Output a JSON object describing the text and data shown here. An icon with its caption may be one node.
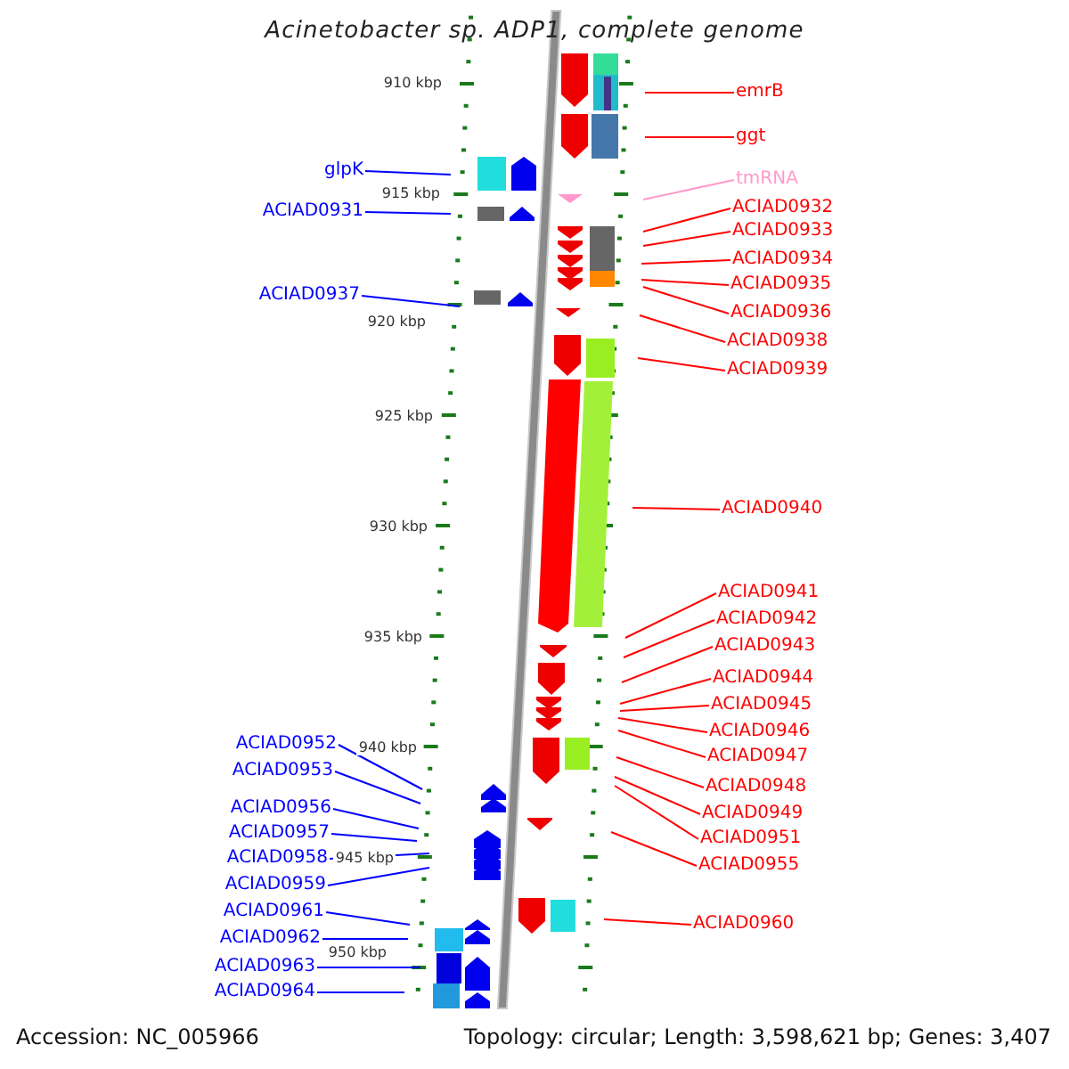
{
  "diagram": {
    "title": "Acinetobacter sp. ADP1, complete genome",
    "nodes": [
      {
        "text": [
          "emrB"
        ]
      },
      {
        "text": [
          "ggt"
        ]
      },
      {
        "text": [
          "glpK"
        ]
      },
      {
        "text": [
          "tmRNA"
        ]
      },
      {
        "text": [
          "ACIAD0932"
        ]
      },
      {
        "text": [
          "ACIAD0931"
        ]
      },
      {
        "text": [
          "ACIAD0933"
        ]
      },
      {
        "text": [
          "ACIAD0934"
        ]
      },
      {
        "text": [
          "ACIAD0935"
        ]
      },
      {
        "text": [
          "ACIAD0937"
        ]
      },
      {
        "text": [
          "ACIAD0936"
        ]
      },
      {
        "text": [
          "ACIAD0938"
        ]
      },
      {
        "text": [
          "ACIAD0939"
        ]
      },
      {
        "text": [
          "ACIAD0940"
        ]
      },
      {
        "text": [
          "ACIAD0941"
        ]
      },
      {
        "text": [
          "ACIAD0942"
        ]
      },
      {
        "text": [
          "ACIAD0943"
        ]
      },
      {
        "text": [
          "ACIAD0944"
        ]
      },
      {
        "text": [
          "ACIAD0945"
        ]
      },
      {
        "text": [
          "ACIAD0946"
        ]
      },
      {
        "text": [
          "ACIAD0952"
        ]
      },
      {
        "text": [
          "ACIAD0947"
        ]
      },
      {
        "text": [
          "ACIAD0953"
        ]
      },
      {
        "text": [
          "ACIAD0948"
        ]
      },
      {
        "text": [
          "ACIAD0956"
        ]
      },
      {
        "text": [
          "ACIAD0949"
        ]
      },
      {
        "text": [
          "ACIAD0957"
        ]
      },
      {
        "text": [
          "ACIAD0951"
        ]
      },
      {
        "text": [
          "ACIAD0958"
        ]
      },
      {
        "text": [
          "ACIAD0955"
        ]
      },
      {
        "text": [
          "ACIAD0959"
        ]
      },
      {
        "text": [
          "ACIAD0961"
        ]
      },
      {
        "text": [
          "ACIAD0960"
        ]
      },
      {
        "text": [
          "ACIAD0962"
        ]
      },
      {
        "text": [
          "ACIAD0963"
        ]
      },
      {
        "text": [
          "ACIAD0964"
        ]
      }
    ],
    "edges": [
      {
        "from": 0,
        "to": null,
        "arrow": "none"
      },
      {
        "from": 1,
        "to": null,
        "arrow": "none"
      },
      {
        "from": 2,
        "to": null,
        "arrow": "none",
        "color": "#0000ff"
      },
      {
        "from": 3,
        "to": null,
        "arrow": "none",
        "color": "#ff99cc"
      },
      {
        "from": 4,
        "to": null,
        "arrow": "none"
      },
      {
        "from": 5,
        "to": null,
        "arrow": "none",
        "color": "#0000ff"
      },
      {
        "from": 6,
        "to": null,
        "arrow": "none"
      },
      {
        "from": 7,
        "to": null,
        "arrow": "none"
      },
      {
        "from": 8,
        "to": null,
        "arrow": "none"
      },
      {
        "from": 9,
        "to": null,
        "arrow": "none",
        "color": "#0000ff"
      },
      {
        "from": 10,
        "to": null,
        "arrow": "none"
      },
      {
        "from": 11,
        "to": null,
        "arrow": "none"
      },
      {
        "from": 12,
        "to": null,
        "arrow": "none"
      },
      {
        "from": 13,
        "to": null,
        "arrow": "none"
      },
      {
        "from": 14,
        "to": null,
        "arrow": "none"
      },
      {
        "from": 15,
        "to": null,
        "arrow": "none"
      },
      {
        "from": 16,
        "to": null,
        "arrow": "none"
      },
      {
        "from": 17,
        "to": null,
        "arrow": "none"
      },
      {
        "from": 18,
        "to": null,
        "arrow": "none"
      },
      {
        "from": 19,
        "to": null,
        "arrow": "none"
      },
      {
        "from": 20,
        "to": null,
        "arrow": "none",
        "color": "#0000ff"
      },
      {
        "from": 21,
        "to": null,
        "arrow": "none"
      },
      {
        "from": 22,
        "to": null,
        "arrow": "none",
        "color": "#0000ff"
      },
      {
        "from": 23,
        "to": null,
        "arrow": "none"
      },
      {
        "from": 24,
        "to": null,
        "arrow": "none",
        "color": "#0000ff"
      },
      {
        "from": 25,
        "to": null,
        "arrow": "none"
      },
      {
        "from": 26,
        "to": null,
        "arrow": "none",
        "color": "#0000ff"
      },
      {
        "from": 27,
        "to": null,
        "arrow": "none"
      },
      {
        "from": 28,
        "to": null,
        "arrow": "none",
        "color": "#0000ff"
      },
      {
        "from": 29,
        "to": null,
        "arrow": "none"
      },
      {
        "from": 30,
        "to": null,
        "arrow": "none",
        "color": "#0000ff"
      },
      {
        "from": 31,
        "to": null,
        "arrow": "none",
        "color": "#0000ff"
      },
      {
        "from": 32,
        "to": null,
        "arrow": "none"
      },
      {
        "from": 33,
        "to": null,
        "arrow": "none",
        "color": "#0000ff"
      },
      {
        "from": 34,
        "to": null,
        "arrow": "none",
        "color": "#0000ff"
      },
      {
        "from": 35,
        "to": null,
        "arrow": "none",
        "color": "#0000ff"
      }
    ],
    "labels": [
      "910 kbp",
      "915 kbp",
      "920 kbp",
      "925 kbp",
      "930 kbp",
      "935 kbp",
      "940 kbp",
      "945 kbp",
      "950 kbp",
      "Accession: NC_005966",
      "Topology: circular; Length: 3,598,621 bp; Genes: 3,407"
    ]
  }
}
